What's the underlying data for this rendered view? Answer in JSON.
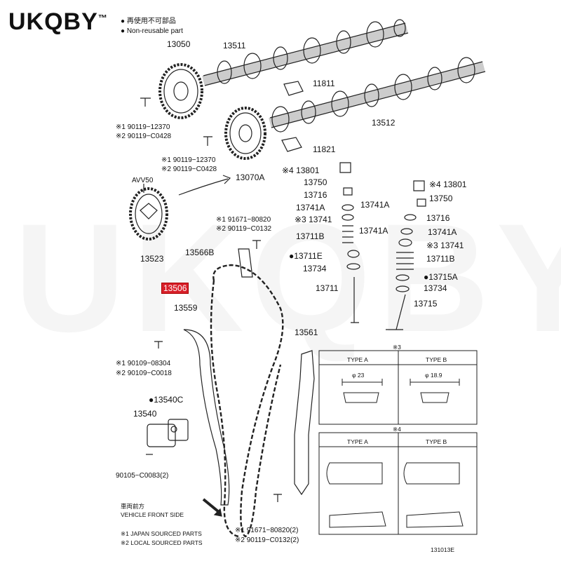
{
  "brand": {
    "name": "UKQBY",
    "tm": "™"
  },
  "watermark": "UKQBY™",
  "notes": {
    "n1": "● 再使用不可部品",
    "n2": "● Non-reusable part"
  },
  "labels": {
    "p13050": "13050",
    "p13511": "13511",
    "p11811": "11811",
    "p13512": "13512",
    "p11821": "11821",
    "p13070A": "13070A",
    "bolt1_a": "※1 90119−12370",
    "bolt1_b": "※2 90119−C0428",
    "bolt2_a": "※1 90119−12370",
    "bolt2_b": "※2 90119−C0428",
    "avv": "AVV50",
    "p13523": "13523",
    "p13801_l": "※4 13801",
    "p13750_l": "13750",
    "p13716_l": "13716",
    "p13741A_l1": "13741A",
    "p13741A_l2": "13741A",
    "p13741_l": "※3 13741",
    "p13711B_l": "13711B",
    "p13711E_l": "●13711E",
    "p13734_l": "13734",
    "p13711_l": "13711",
    "p13801_r": "※4 13801",
    "p13750_r": "13750",
    "p13716_r": "13716",
    "p13741A_r1": "13741A",
    "p13741A_r2": "13741A",
    "p13741_r": "※3 13741",
    "p13711B_r": "13711B",
    "p13715A_r": "●13715A",
    "p13734_r": "13734",
    "p13715_r": "13715",
    "bolt3_a": "※1 91671−80820",
    "bolt3_b": "※2 90119−C0132",
    "p13566B": "13566B",
    "p13506": "13506",
    "p13559": "13559",
    "p13561": "13561",
    "bolt4_a": "※1 90109−08304",
    "bolt4_b": "※2 90109−C0018",
    "p13540C": "●13540C",
    "p13540": "13540",
    "bolt5": "90105−C0083(2)",
    "front_jp": "車両前方",
    "front_en": "VEHICLE FRONT SIDE",
    "legend1": "※1 JAPAN SOURCED PARTS",
    "legend2": "※2 LOCAL SOURCED PARTS",
    "bolt6_a": "※1 91671−80820(2)",
    "bolt6_b": "※2 90119−C0132(2)",
    "fig_id": "131013E"
  },
  "inset3": {
    "mark": "※3",
    "type_a": "TYPE A",
    "type_b": "TYPE B",
    "dim_a": "φ 23",
    "dim_b": "φ 18.9"
  },
  "inset4": {
    "mark": "※4",
    "type_a": "TYPE A",
    "type_b": "TYPE B"
  },
  "colors": {
    "highlight": "#d8202a",
    "line": "#222222"
  }
}
